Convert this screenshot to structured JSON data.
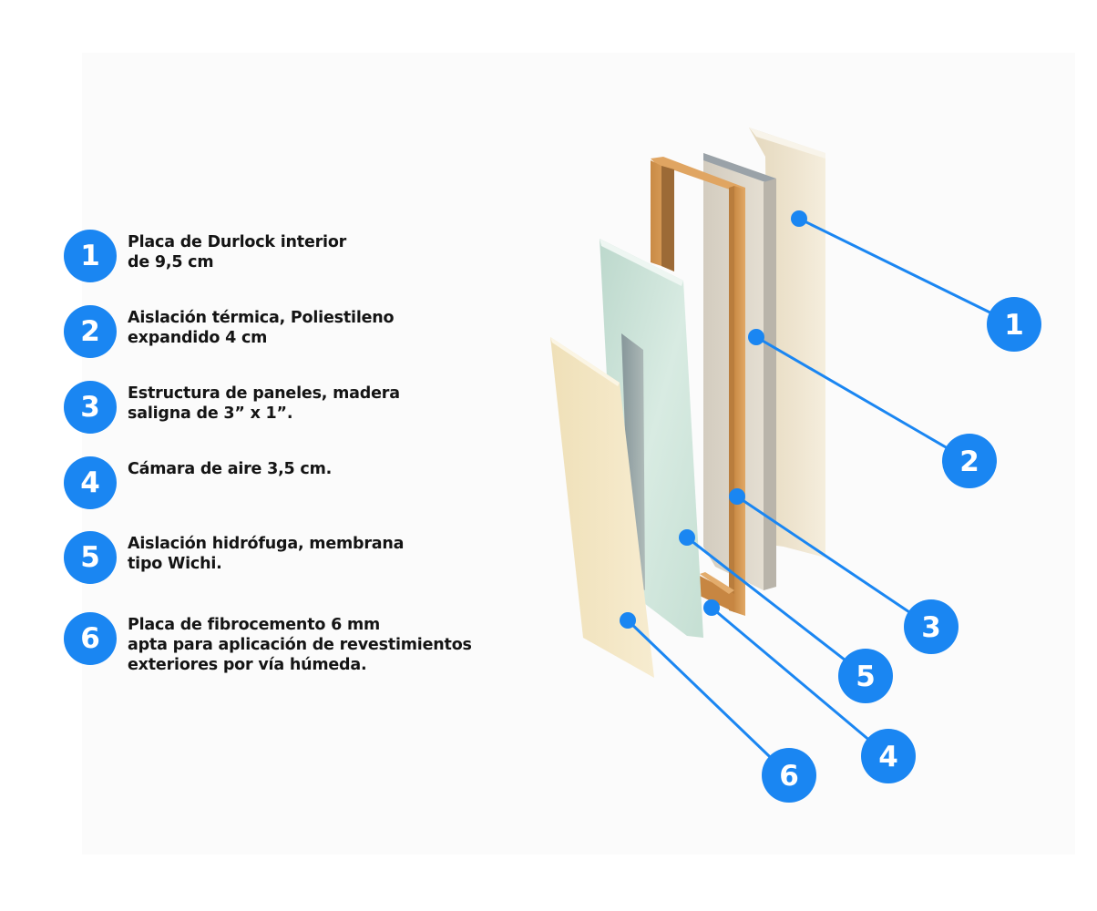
{
  "legend": [
    {
      "number": "1",
      "lines": [
        "Placa de Durlock interior",
        "de 9,5 cm"
      ]
    },
    {
      "number": "2",
      "lines": [
        "Aislación térmica, Poliestileno",
        "expandido 4 cm"
      ]
    },
    {
      "number": "3",
      "lines": [
        "Estructura de paneles, madera",
        "saligna de 3” x 1”."
      ]
    },
    {
      "number": "4",
      "lines": [
        "Cámara de aire 3,5 cm."
      ]
    },
    {
      "number": "5",
      "lines": [
        "Aislación hidrófuga, membrana",
        "tipo Wichi."
      ]
    },
    {
      "number": "6",
      "lines": [
        "Placa de fibrocemento 6 mm",
        "apta para aplicación de revestimientos",
        "exteriores por vía húmeda."
      ]
    }
  ],
  "callouts": [
    "1",
    "2",
    "3",
    "4",
    "5",
    "6"
  ],
  "colors": {
    "accent_blue": "#1a86f2",
    "text_dark": "#141414",
    "durlock_panel": "#ece2cc",
    "polystyrene": "#dcd5c8",
    "wood_frame": "#d89a55",
    "membrane": "#cfe3da",
    "fiber_cement": "#f3e6c2"
  }
}
